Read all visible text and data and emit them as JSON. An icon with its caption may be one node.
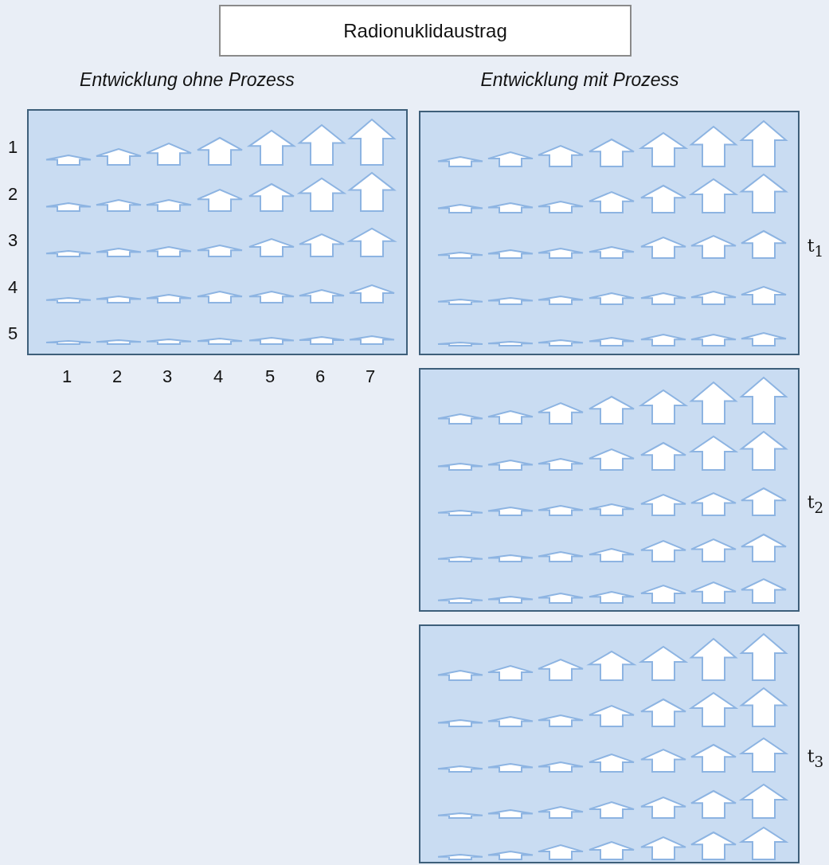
{
  "diagram": {
    "nodes": [
      {
        "text": [
          "Radionuklidaustrag"
        ]
      },
      {
        "text": [],
        "shape": "box"
      },
      {
        "text": [],
        "shape": "box",
        "beside": [
          "t$_{1}$"
        ]
      },
      {
        "text": [],
        "shape": "box",
        "beside": [
          "t$_{2}$"
        ]
      },
      {
        "text": [],
        "shape": "box",
        "beside": [
          "t$_{3}$"
        ]
      }
    ],
    "edges": [],
    "labels": [
      "Entwicklung ohne Prozess",
      "Entwicklung mit Prozess",
      "1",
      "2",
      "3",
      "4",
      "5",
      "1",
      "2",
      "3",
      "4",
      "5",
      "6",
      "7"
    ]
  }
}
